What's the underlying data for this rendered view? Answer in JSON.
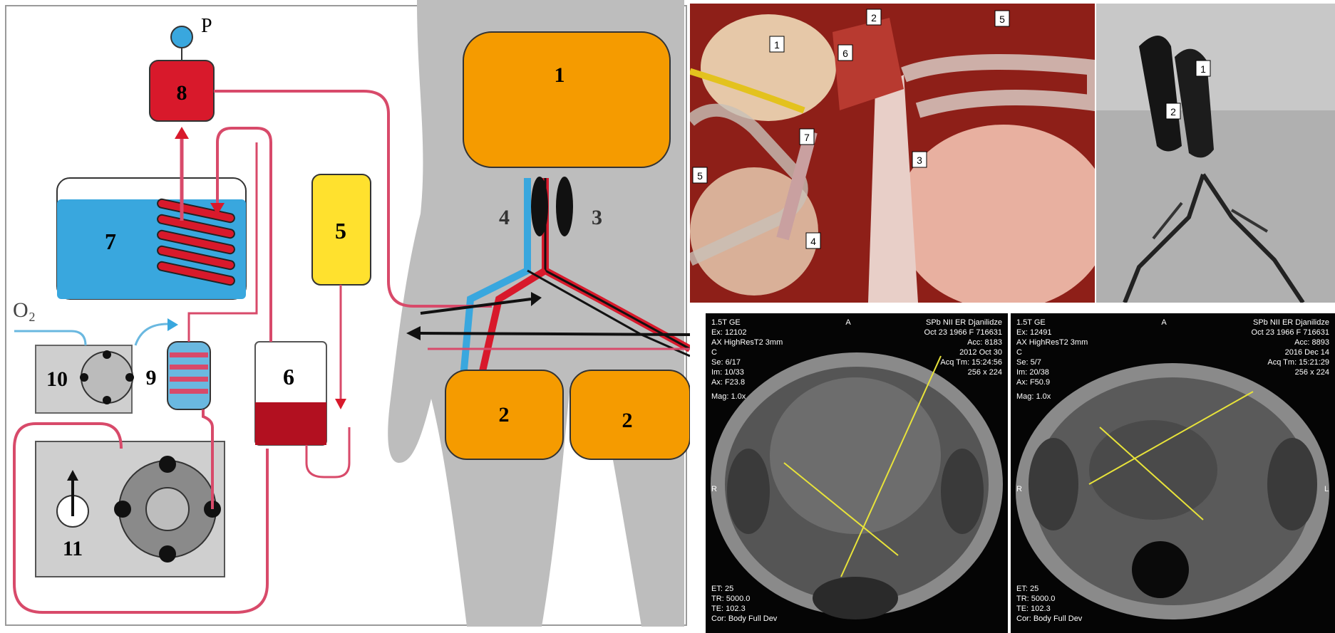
{
  "schematic": {
    "labels": {
      "pressure": "P",
      "n1": "1",
      "n2a": "2",
      "n2b": "2",
      "n3": "3",
      "n4": "4",
      "n5": "5",
      "n6": "6",
      "n7": "7",
      "n8": "8",
      "n9": "9",
      "n10": "10",
      "n11": "11",
      "oxygen": "O₂"
    },
    "colors": {
      "orange": "#f59b00",
      "red": "#d8192b",
      "blue": "#39a7de",
      "yellow": "#ffe12e",
      "silhouette": "#bdbdbd",
      "tube": "#d84a6a"
    }
  },
  "surgery_photo": {
    "labels": [
      "1",
      "2",
      "6",
      "5",
      "7",
      "5",
      "3",
      "4"
    ]
  },
  "xray": {
    "labels": [
      "1",
      "2"
    ]
  },
  "mri_left": {
    "orientation_top": "A",
    "header_left": [
      "1.5T GE",
      "Ex: 12102",
      "AX HighResT2 3mm",
      "C",
      "Se: 6/17",
      "Im: 10/33",
      "Ax: F23.8"
    ],
    "header_right": [
      "SPb NII ER Djanilidze",
      "Oct 23 1966 F 716631",
      "Acc: 8183",
      "2012 Oct 30",
      "Acq Tm: 15:24:56",
      "256 x 224"
    ],
    "mag": "Mag: 1.0x",
    "side": "R",
    "footer": [
      "ET: 25",
      "TR: 5000.0",
      "TE: 102.3",
      "Cor: Body Full Dev"
    ]
  },
  "mri_right": {
    "orientation_top": "A",
    "header_left": [
      "1.5T GE",
      "Ex: 12491",
      "AX HighResT2 3mm",
      "C",
      "Se: 5/7",
      "Im: 20/38",
      "Ax: F50.9"
    ],
    "header_right": [
      "SPb NII ER Djanilidze",
      "Oct 23 1966 F 716631",
      "Acc: 8893",
      "2016 Dec 14",
      "Acq Tm: 15:21:29",
      "256 x 224"
    ],
    "mag": "Mag: 1.0x",
    "side_left": "R",
    "side_right": "L",
    "footer": [
      "ET: 25",
      "TR: 5000.0",
      "TE: 102.3",
      "Cor: Body Full Dev"
    ]
  }
}
